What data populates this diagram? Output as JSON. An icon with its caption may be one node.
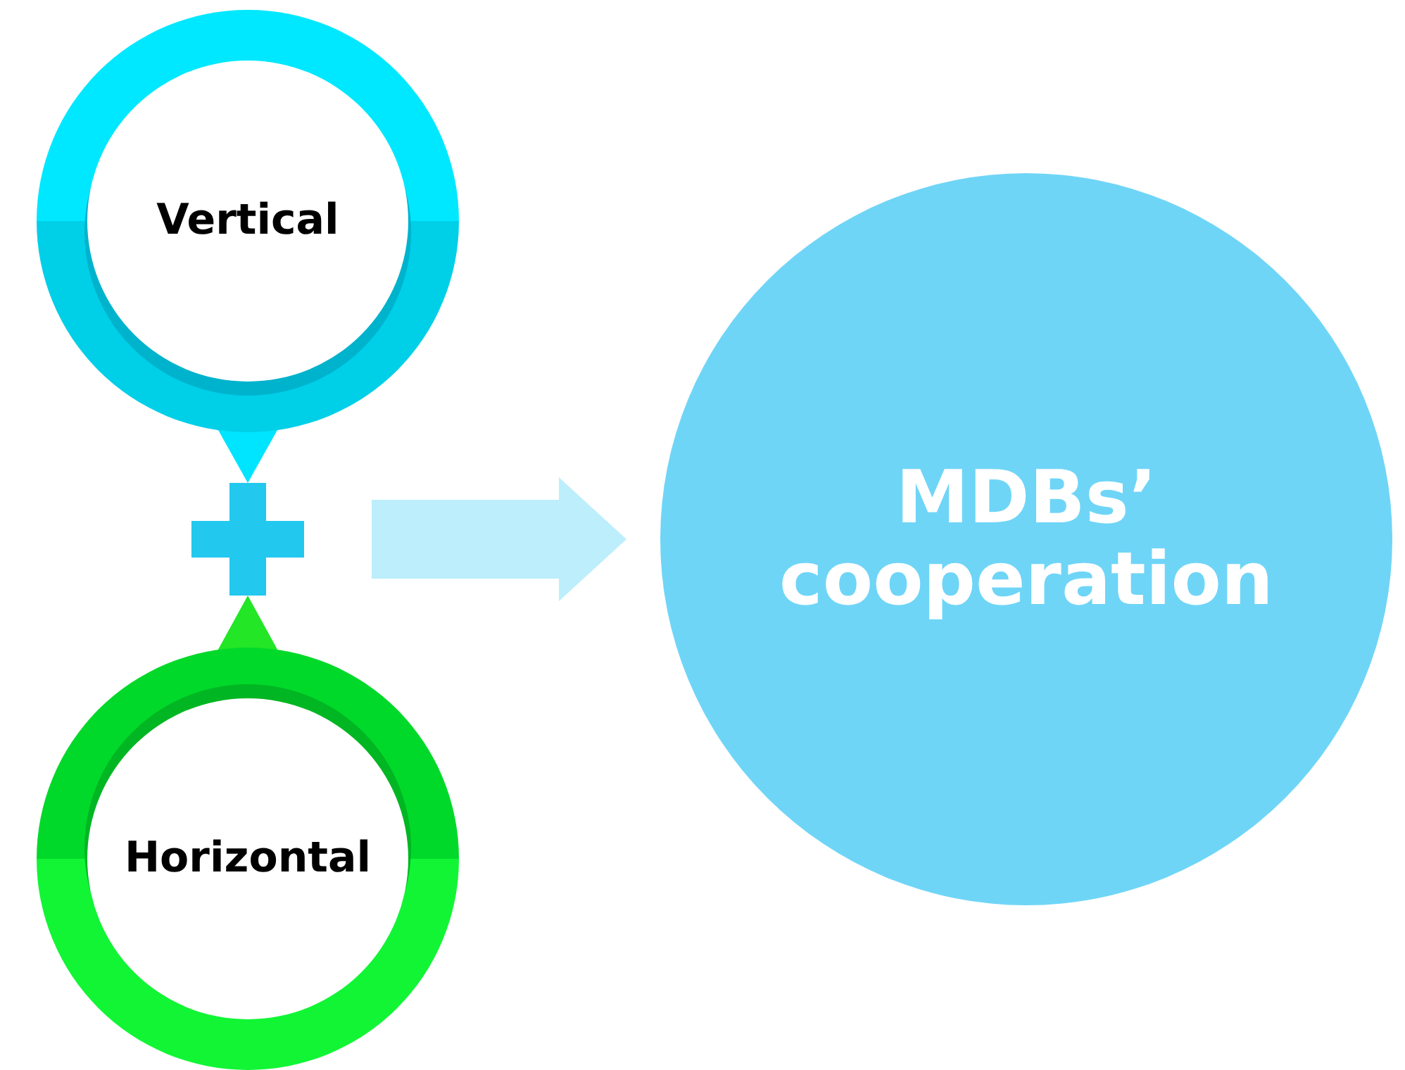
{
  "diagram": {
    "nodes": [
      {
        "text": [
          "Vertical"
        ]
      },
      {
        "text": [],
        "shape": "plus"
      },
      {
        "text": [
          "Horizontal"
        ]
      },
      {
        "text": [
          "MDBs’ cooperation"
        ]
      }
    ],
    "edges": [
      {
        "from": 0,
        "to": 1,
        "arrow": "to",
        "color": "#00e5ff"
      },
      {
        "from": 2,
        "to": 1,
        "arrow": "to",
        "color": "#22e626"
      },
      {
        "from": 1,
        "to": 3,
        "arrow": "to",
        "style": "thick",
        "color": "#bdeefc"
      }
    ]
  }
}
